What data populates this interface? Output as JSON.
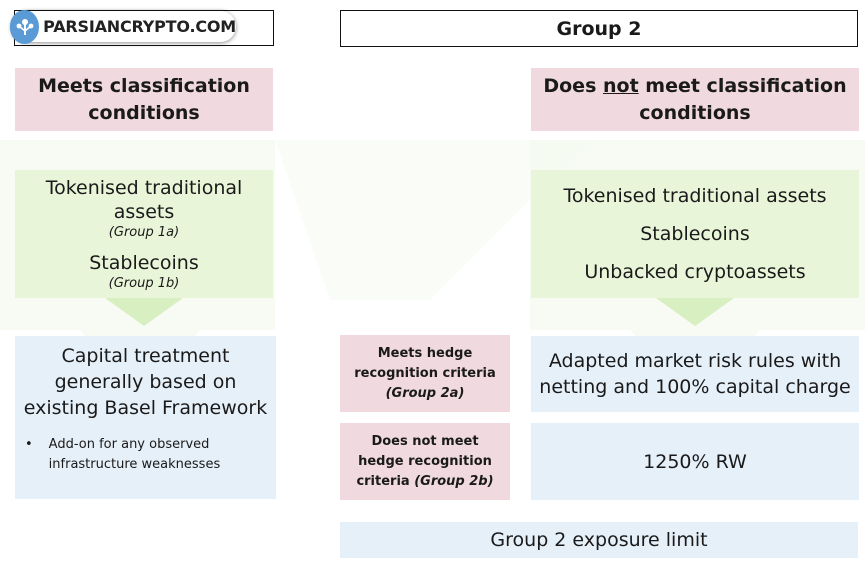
{
  "logo": {
    "text": "PARSIANCRYPTO.COM"
  },
  "group2_header": {
    "label": "Group 2"
  },
  "left": {
    "condition_line1": "Meets classification",
    "condition_line2": "conditions",
    "asset1": "Tokenised traditional assets",
    "asset1_tag": "(Group 1a)",
    "asset2": "Stablecoins",
    "asset2_tag": "(Group 1b)",
    "treatment_line1": "Capital treatment",
    "treatment_line2": "generally based on",
    "treatment_line3": "existing Basel Framework",
    "bullet_marker": "•",
    "bullet_line1": "Add-on for any observed",
    "bullet_line2": "infrastructure weaknesses"
  },
  "right": {
    "condition_pre": "Does ",
    "condition_underlined": "not",
    "condition_post": " meet classification",
    "condition_line2": "conditions",
    "asset1": "Tokenised traditional assets",
    "asset2": "Stablecoins",
    "asset3": "Unbacked cryptoassets",
    "group2a_line1": "Meets hedge",
    "group2a_line2": "recognition criteria",
    "group2a_tag": "(Group 2a)",
    "group2b_line1": "Does not meet",
    "group2b_line2": "hedge recognition",
    "group2b_line3_pre": "criteria ",
    "group2b_tag": "(Group 2b)",
    "rule2a_line1": "Adapted market risk rules with",
    "rule2a_line2": "netting and 100% capital charge",
    "rule2b": "1250% RW",
    "exposure_limit": "Group 2 exposure limit"
  },
  "colors": {
    "pink": "#f0dadf",
    "green": "#e8f5d8",
    "blue": "#e6f0f9",
    "arrow": "#d8efc2"
  }
}
